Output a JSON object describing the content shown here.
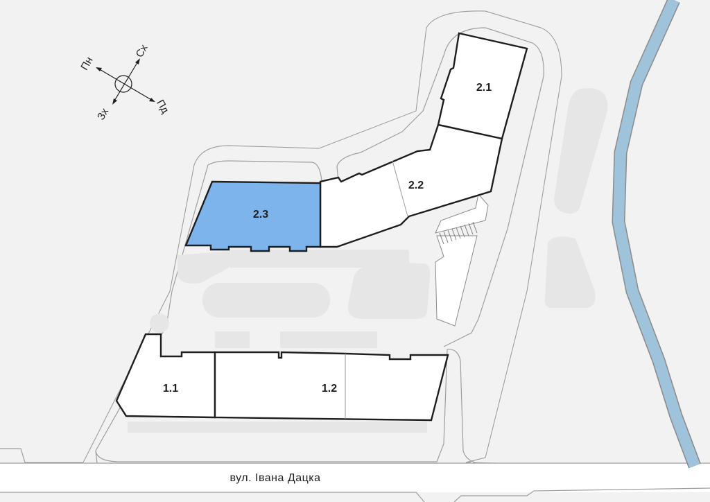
{
  "street": {
    "name": "вул. Івана Дацка"
  },
  "compass": {
    "north": "Пн",
    "east": "Сх",
    "south": "Пд",
    "west": "Зх"
  },
  "buildings": [
    {
      "id": "b-2-1",
      "label": "2.1",
      "selected": false
    },
    {
      "id": "b-2-2",
      "label": "2.2",
      "selected": false
    },
    {
      "id": "b-2-3",
      "label": "2.3",
      "selected": true
    },
    {
      "id": "b-1-1",
      "label": "1.1",
      "selected": false
    },
    {
      "id": "b-1-2",
      "label": "1.2",
      "selected": false
    }
  ],
  "colors": {
    "background": "#f2f2f2",
    "building_fill": "#ffffff",
    "building_selected": "#7eb4ec",
    "outline": "#1e1e1e",
    "river": "#9fc3da",
    "parking": "#e6e6e6"
  }
}
